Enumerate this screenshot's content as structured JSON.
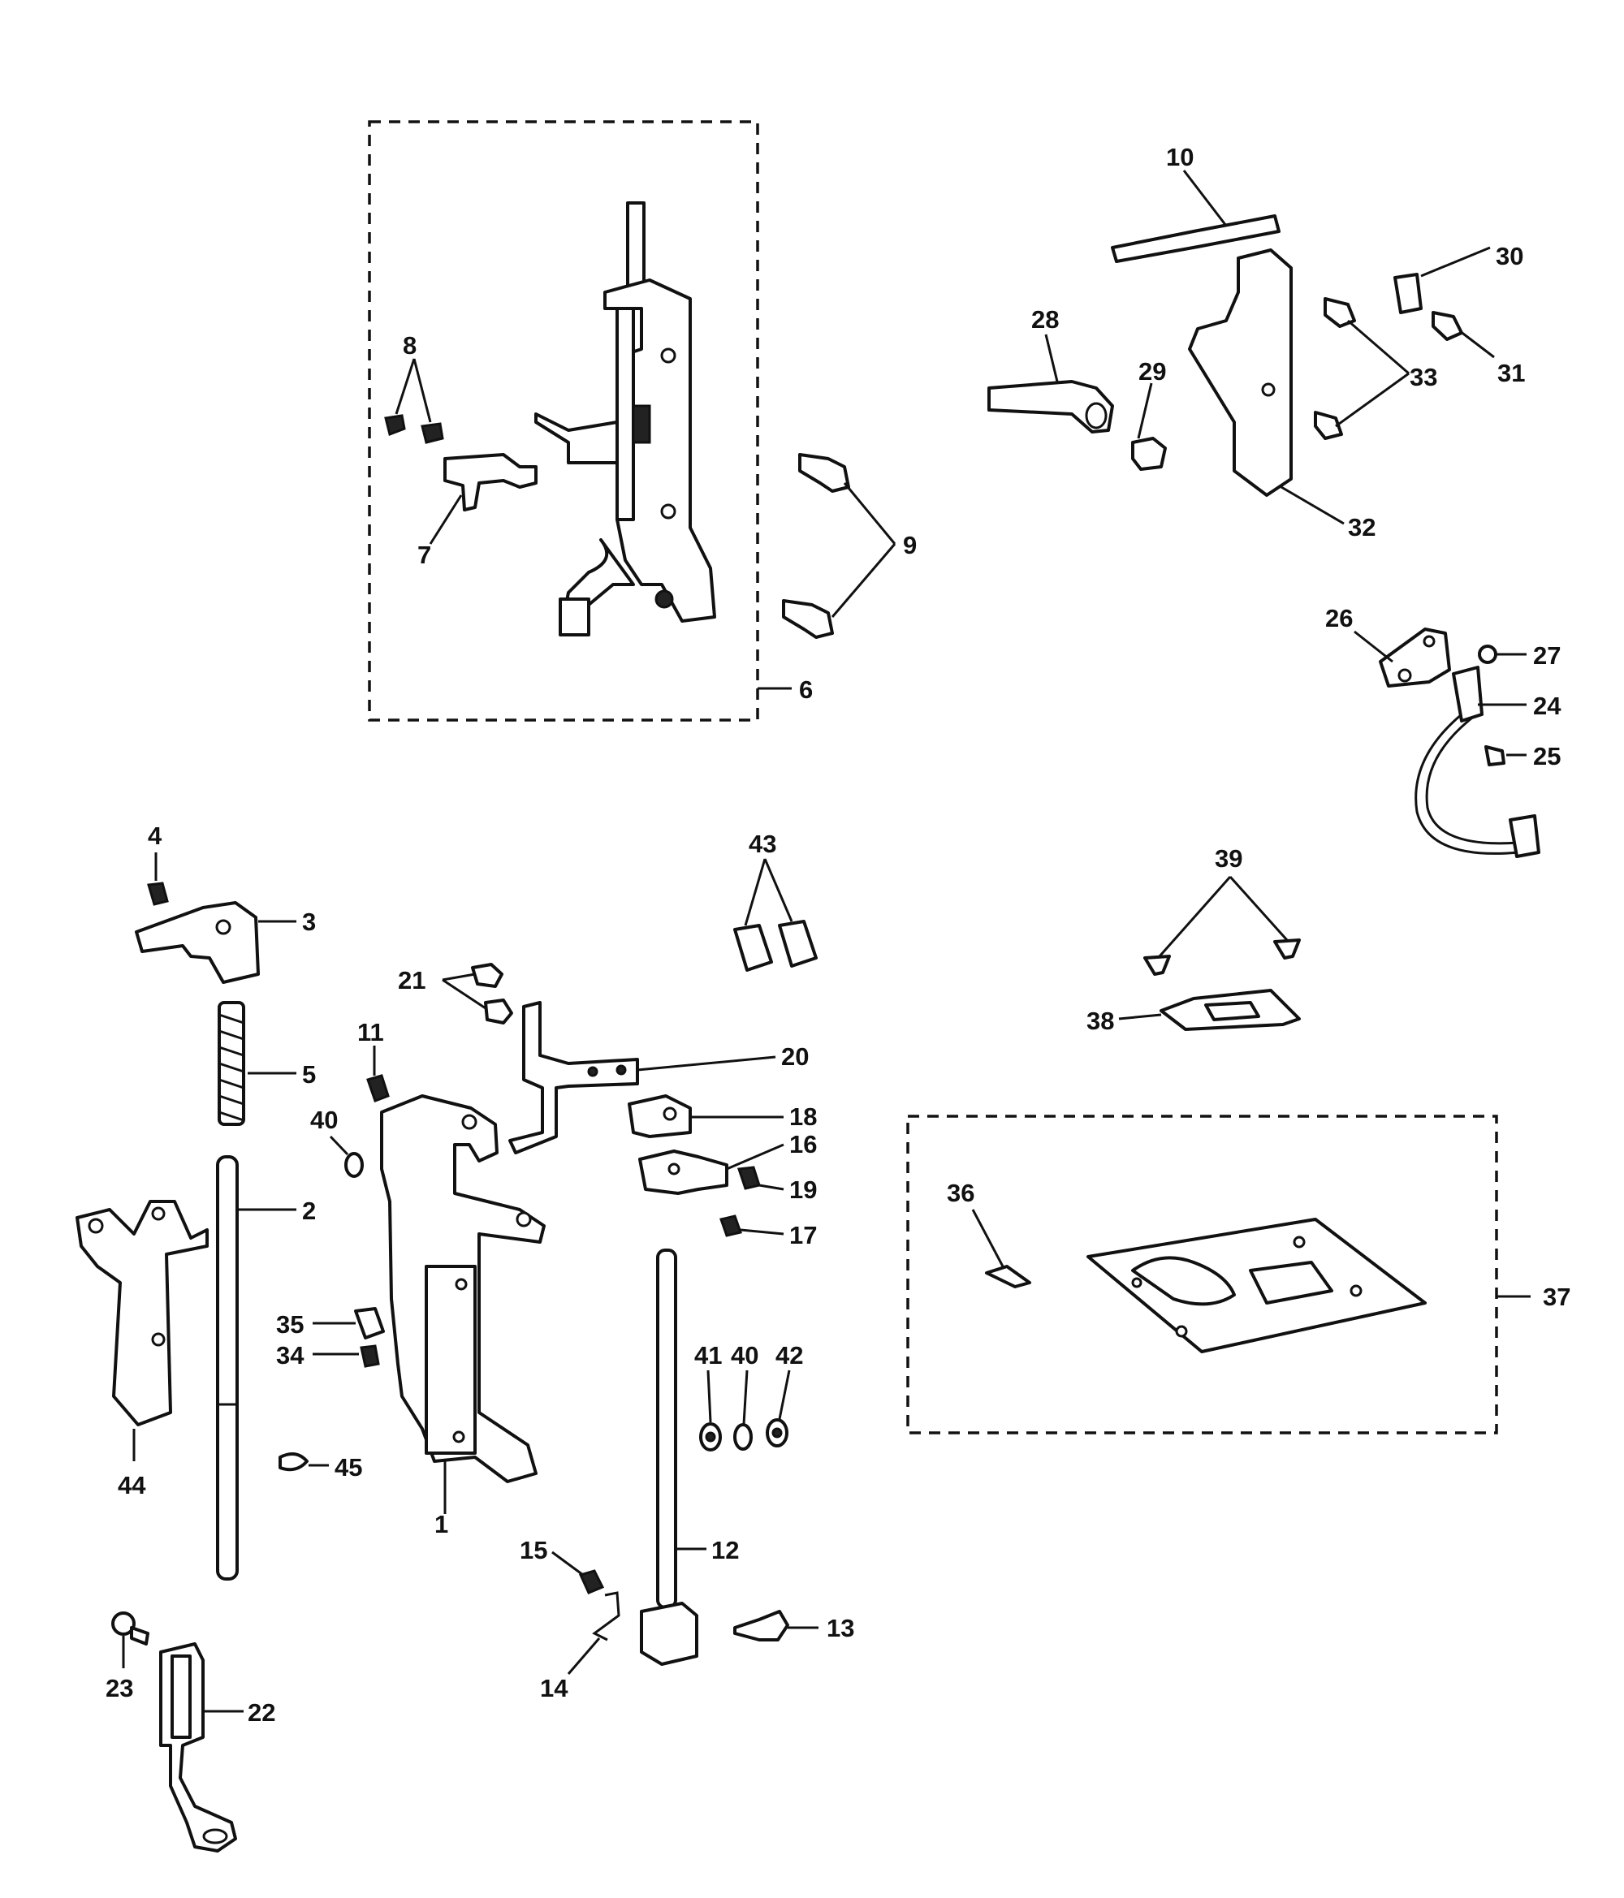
{
  "labels": {
    "l1": "1",
    "l2": "2",
    "l3": "3",
    "l4": "4",
    "l5": "5",
    "l6": "6",
    "l7": "7",
    "l8": "8",
    "l9": "9",
    "l10": "10",
    "l11": "11",
    "l12": "12",
    "l13": "13",
    "l14": "14",
    "l15": "15",
    "l16": "16",
    "l17": "17",
    "l18": "18",
    "l19": "19",
    "l20": "20",
    "l21": "21",
    "l22": "22",
    "l23": "23",
    "l24": "24",
    "l25": "25",
    "l26": "26",
    "l27": "27",
    "l28": "28",
    "l29": "29",
    "l30": "30",
    "l31": "31",
    "l32": "32",
    "l33": "33",
    "l34": "34",
    "l35": "35",
    "l36": "36",
    "l37": "37",
    "l38": "38",
    "l39": "39",
    "l40a": "40",
    "l40b": "40",
    "l41": "41",
    "l42": "42",
    "l43": "43",
    "l44": "44",
    "l45": "45"
  }
}
